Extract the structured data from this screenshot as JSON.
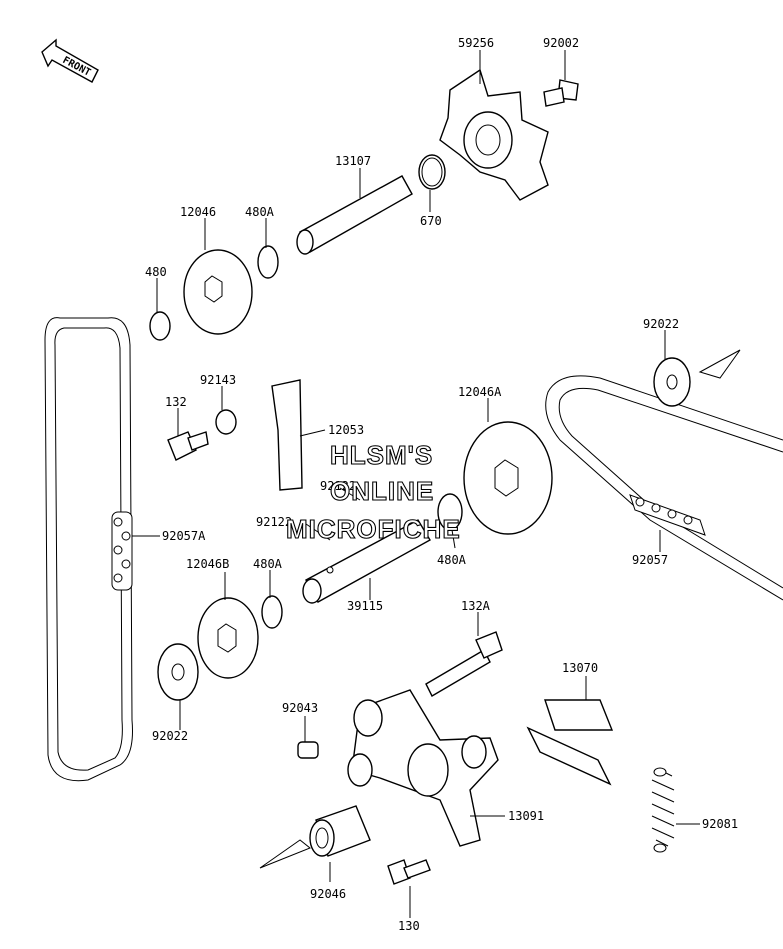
{
  "front_label": "FRONT",
  "watermark": [
    "HLSM'S",
    "ONLINE",
    "MICROFICHE"
  ],
  "parts": {
    "p59256": "59256",
    "p92002": "92002",
    "p13107": "13107",
    "p670": "670",
    "p12046": "12046",
    "p480A_top": "480A",
    "p480": "480",
    "p92022_right": "92022",
    "p92143": "92143",
    "p132": "132",
    "p12053": "12053",
    "p12046A": "12046A",
    "p92122_a": "92122",
    "p92122_b": "92122",
    "p92057A": "92057A",
    "p480A_bottom": "480A",
    "p12046B": "12046B",
    "p480A_mid": "480A",
    "p92057": "92057",
    "p39115": "39115",
    "p132A": "132A",
    "p92022_left": "92022",
    "p13070": "13070",
    "p92043": "92043",
    "p13091": "13091",
    "p92081": "92081",
    "p92046": "92046",
    "p130": "130"
  }
}
